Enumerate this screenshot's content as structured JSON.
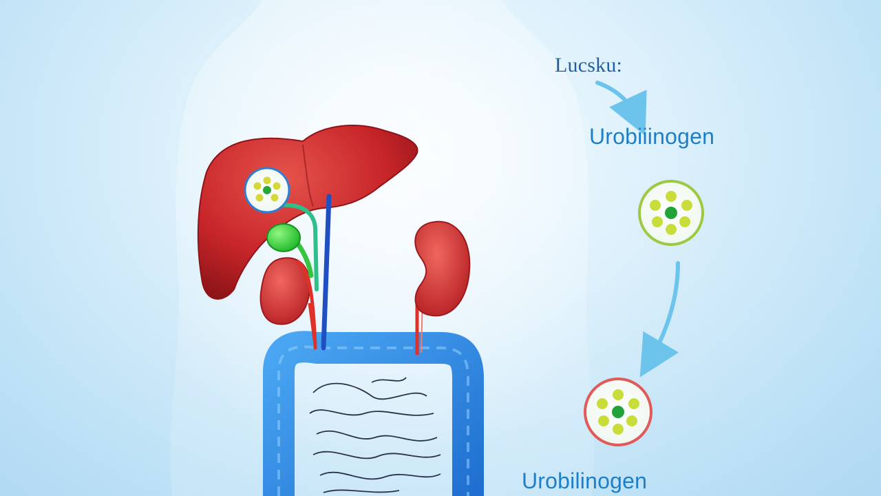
{
  "diagram": {
    "header_label": "Lucsku:",
    "stage_1_label": "Urobiiinogen",
    "stage_2_label": "Urobilinogen"
  },
  "colors": {
    "background": "#cfeaf8",
    "liver": "#c8262a",
    "kidney": "#d83a3a",
    "gallbladder": "#2fd63a",
    "colon": "#2d8be3",
    "bile_duct": "#2fbf8a",
    "vessel_blue": "#1f4fc2",
    "vessel_red": "#e0302a",
    "arrow": "#6cc3ec",
    "label_text": "#1e7fc9"
  },
  "icons": [
    "molecule-cluster-icon",
    "down-arrow-icon"
  ]
}
